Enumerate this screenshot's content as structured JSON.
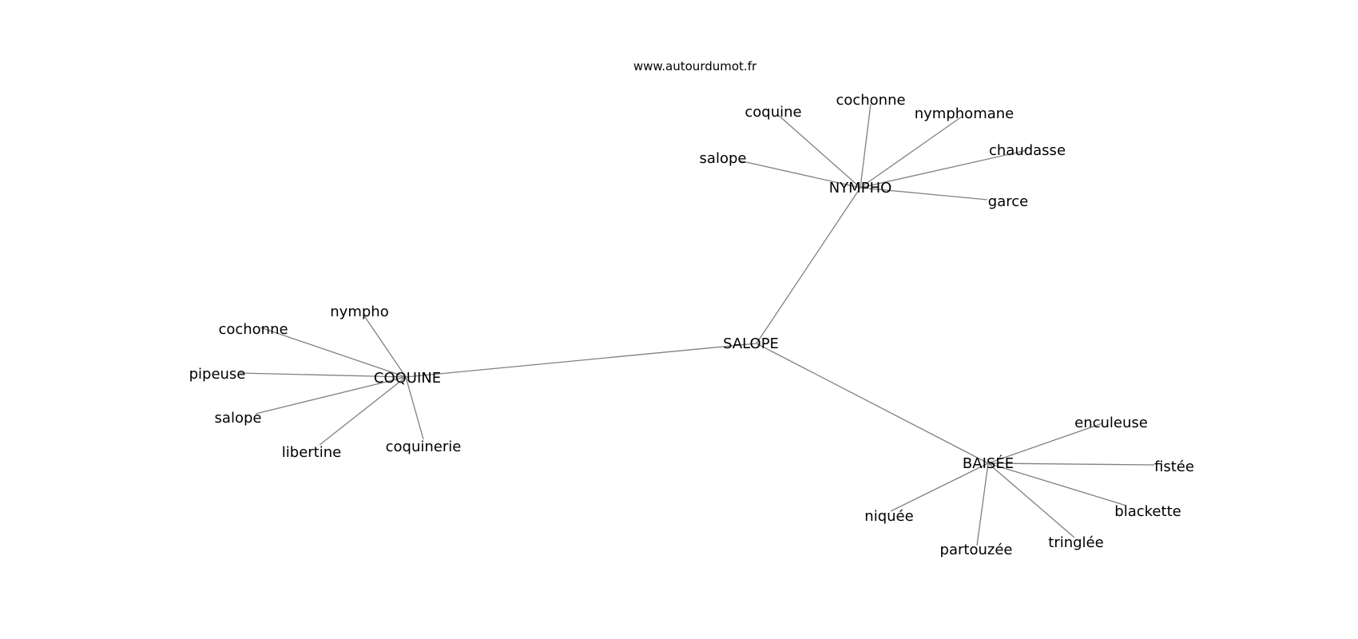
{
  "source": "www.autourdumot.fr",
  "nodes": {
    "salope_center": "SALOPE",
    "nympho_hub": "NYMPHO",
    "coquine_hub": "COQUINE",
    "baisee_hub": "BAISÉE",
    "n_coquine": "coquine",
    "n_cochonne": "cochonne",
    "n_nymphomane": "nymphomane",
    "n_chaudasse": "chaudasse",
    "n_garce": "garce",
    "n_salope": "salope",
    "c_nympho": "nympho",
    "c_cochonne": "cochonne",
    "c_pipeuse": "pipeuse",
    "c_salope": "salope",
    "c_libertine": "libertine",
    "c_coquinerie": "coquinerie",
    "b_enculeuse": "enculeuse",
    "b_fistee": "fistée",
    "b_blackette": "blackette",
    "b_tringlee": "tringlée",
    "b_partouzee": "partouzée",
    "b_niquee": "niquée"
  },
  "edges": [
    [
      "salope_center",
      "nympho_hub"
    ],
    [
      "salope_center",
      "coquine_hub"
    ],
    [
      "salope_center",
      "baisee_hub"
    ],
    [
      "nympho_hub",
      "n_coquine"
    ],
    [
      "nympho_hub",
      "n_cochonne"
    ],
    [
      "nympho_hub",
      "n_nymphomane"
    ],
    [
      "nympho_hub",
      "n_chaudasse"
    ],
    [
      "nympho_hub",
      "n_garce"
    ],
    [
      "nympho_hub",
      "n_salope"
    ],
    [
      "coquine_hub",
      "c_nympho"
    ],
    [
      "coquine_hub",
      "c_cochonne"
    ],
    [
      "coquine_hub",
      "c_pipeuse"
    ],
    [
      "coquine_hub",
      "c_salope"
    ],
    [
      "coquine_hub",
      "c_libertine"
    ],
    [
      "coquine_hub",
      "c_coquinerie"
    ],
    [
      "baisee_hub",
      "b_enculeuse"
    ],
    [
      "baisee_hub",
      "b_fistee"
    ],
    [
      "baisee_hub",
      "b_blackette"
    ],
    [
      "baisee_hub",
      "b_tringlee"
    ],
    [
      "baisee_hub",
      "b_partouzee"
    ],
    [
      "baisee_hub",
      "b_niquee"
    ]
  ],
  "colors": {
    "edge": "#808080",
    "text": "#000000",
    "background": "#ffffff"
  }
}
